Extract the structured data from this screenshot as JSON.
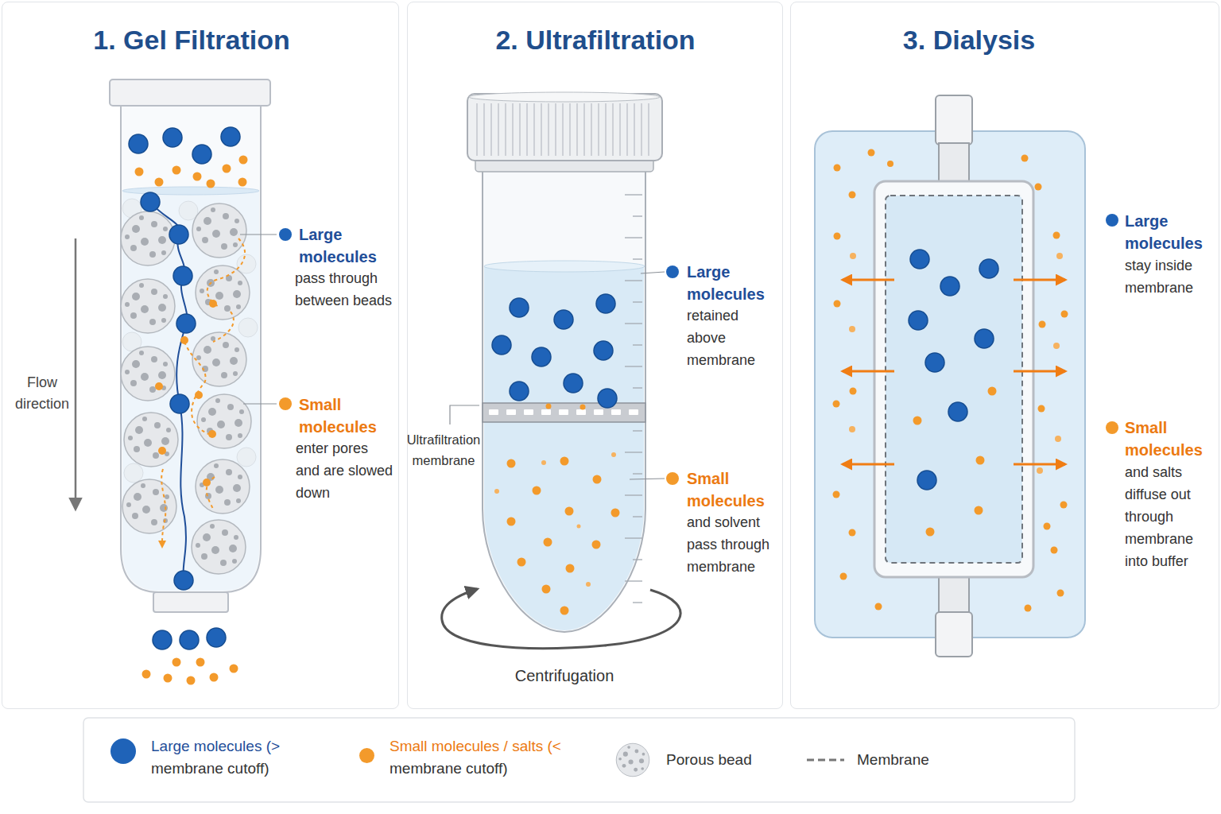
{
  "diagram": {
    "nodes": [
      {
        "text": [
          "1. Gel Filtration"
        ]
      },
      {
        "text": [
          "2. Ultrafiltration"
        ]
      },
      {
        "text": [
          "3. Dialysis"
        ]
      }
    ],
    "labels": [
      "Large molecules",
      "pass through between beads",
      "Small molecules",
      "enter pores and are slowed down",
      "Flow direction",
      "Large molecules",
      "retained above membrane",
      "Small molecules",
      "and solvent pass through membrane",
      "Ultrafiltration membrane",
      "Centrifugation",
      "Large molecules",
      "stay inside membrane",
      "Small molecules",
      "and salts diffuse out through membrane into buffer"
    ],
    "legend": [
      {
        "text": "Large molecules (> membrane cutoff)",
        "color": "#1f63b8"
      },
      {
        "text": "Small molecules / salts (< membrane cutoff)",
        "color": "#f39a2b"
      },
      {
        "text": "Porous bead"
      },
      {
        "text": "Membrane"
      }
    ]
  }
}
